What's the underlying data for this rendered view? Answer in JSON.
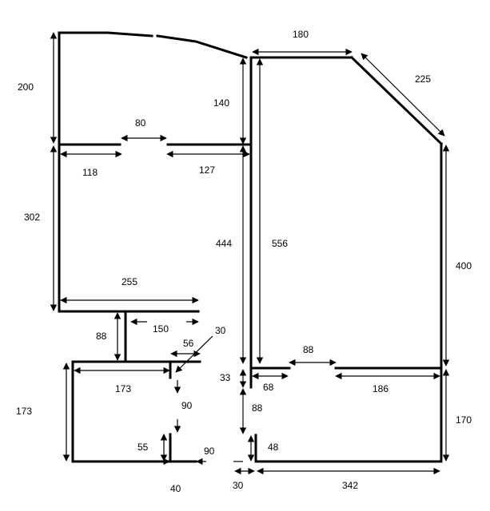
{
  "labels": {
    "d200": "200",
    "d140": "140",
    "d180": "180",
    "d225": "225",
    "d80": "80",
    "d118": "118",
    "d127": "127",
    "d302": "302",
    "d444": "444",
    "d556": "556",
    "d400": "400",
    "d255": "255",
    "d88a": "88",
    "d150": "150",
    "d30a": "30",
    "d56": "56",
    "d88b": "88",
    "d33": "33",
    "d68": "68",
    "d186": "186",
    "d173a": "173",
    "d173b": "173",
    "d90a": "90",
    "d88c": "88",
    "d170": "170",
    "d55": "55",
    "d48": "48",
    "d90b": "90",
    "d40": "40",
    "d30b": "30",
    "d342": "342"
  }
}
